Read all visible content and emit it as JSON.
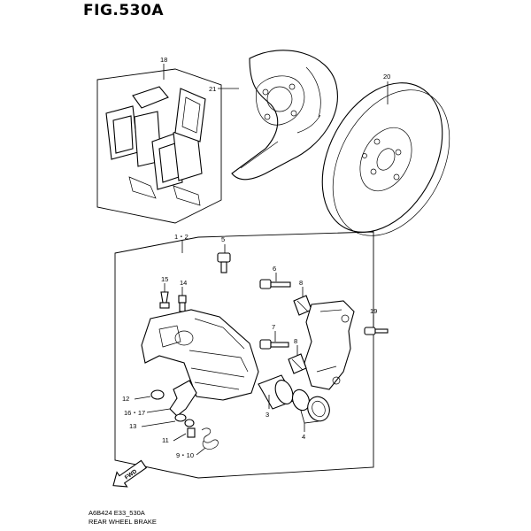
{
  "figure": {
    "title": "FIG.530A",
    "code": "A6B424 E33_530A",
    "caption": "REAR WHEEL BRAKE"
  },
  "callouts": {
    "c18": "18",
    "c21": "21",
    "c20": "20",
    "c1_2": "1・2",
    "c5": "5",
    "c6": "6",
    "c8a": "8",
    "c15": "15",
    "c14": "14",
    "c19": "19",
    "c7": "7",
    "c8b": "8",
    "c12": "12",
    "c16_17": "16・17",
    "c3": "3",
    "c13": "13",
    "c4": "4",
    "c11": "11",
    "c9_10": "9・10"
  },
  "fwd_arrow": {
    "label": "FWD"
  }
}
